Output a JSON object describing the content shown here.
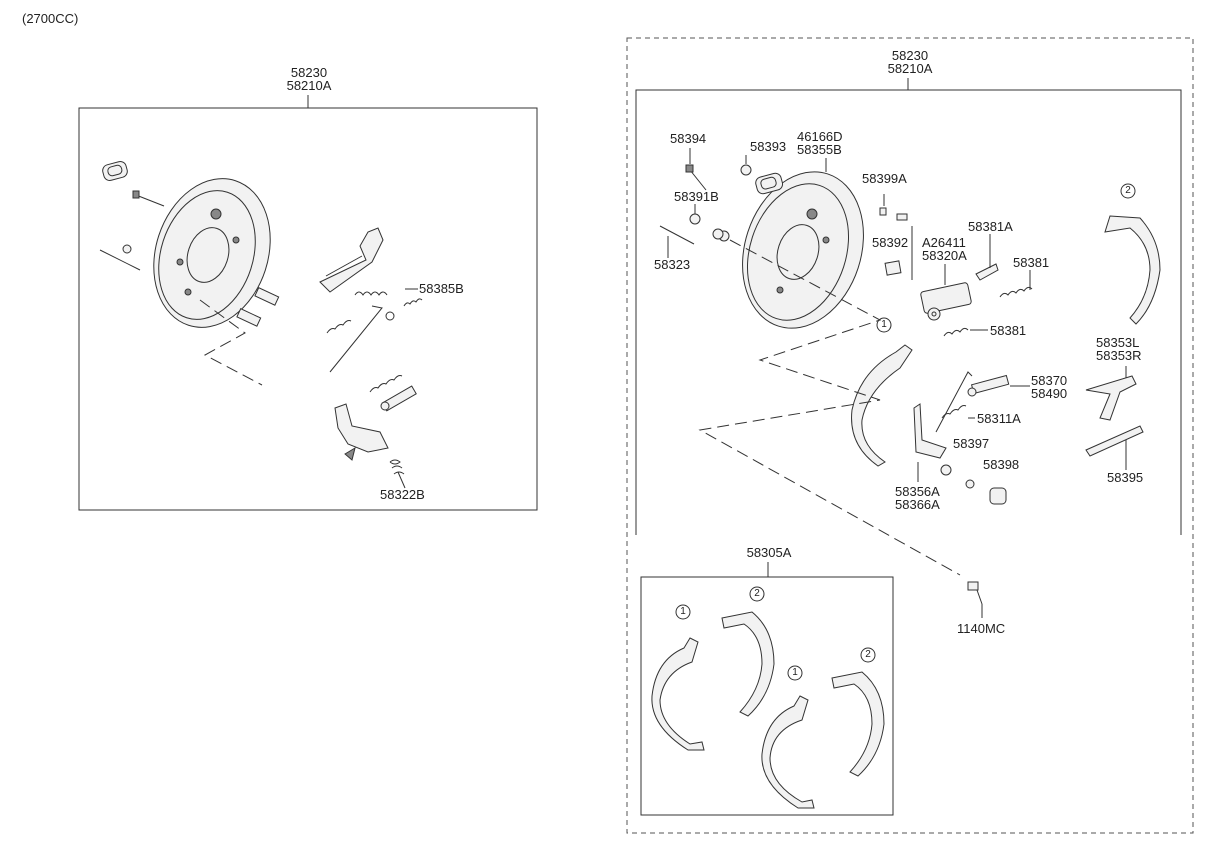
{
  "header": {
    "variant": "(2700CC)"
  },
  "left_panel": {
    "title_line1": "58230",
    "title_line2": "58210A",
    "labels": {
      "adjuster_spring": "58385B",
      "small_spring": "58322B"
    }
  },
  "right_panel": {
    "title_line1": "58230",
    "title_line2": "58210A",
    "labels": {
      "bolt": "58394",
      "grommet": "58393",
      "plate_a": "46166D",
      "plate_b": "58355B",
      "bleeder": "58399A",
      "plug": "58391B",
      "pin": "58323",
      "cap": "58392",
      "cyl_a": "A26411",
      "cyl_b": "58320A",
      "clip": "58381A",
      "spring_upper": "58381",
      "spring_lower": "58381",
      "lever_a": "58353L",
      "lever_b": "58353R",
      "adjuster_a": "58370",
      "adjuster_b": "58490",
      "return_spring": "58311A",
      "washer": "58397",
      "boot": "58398",
      "hold_a": "58356A",
      "hold_b": "58366A",
      "strut": "58395",
      "shoe_callout_1": "1",
      "shoe_callout_2": "2"
    }
  },
  "kit_panel": {
    "title": "58305A",
    "callouts": [
      "1",
      "2",
      "1",
      "2"
    ]
  },
  "screw_label": "1140MC"
}
